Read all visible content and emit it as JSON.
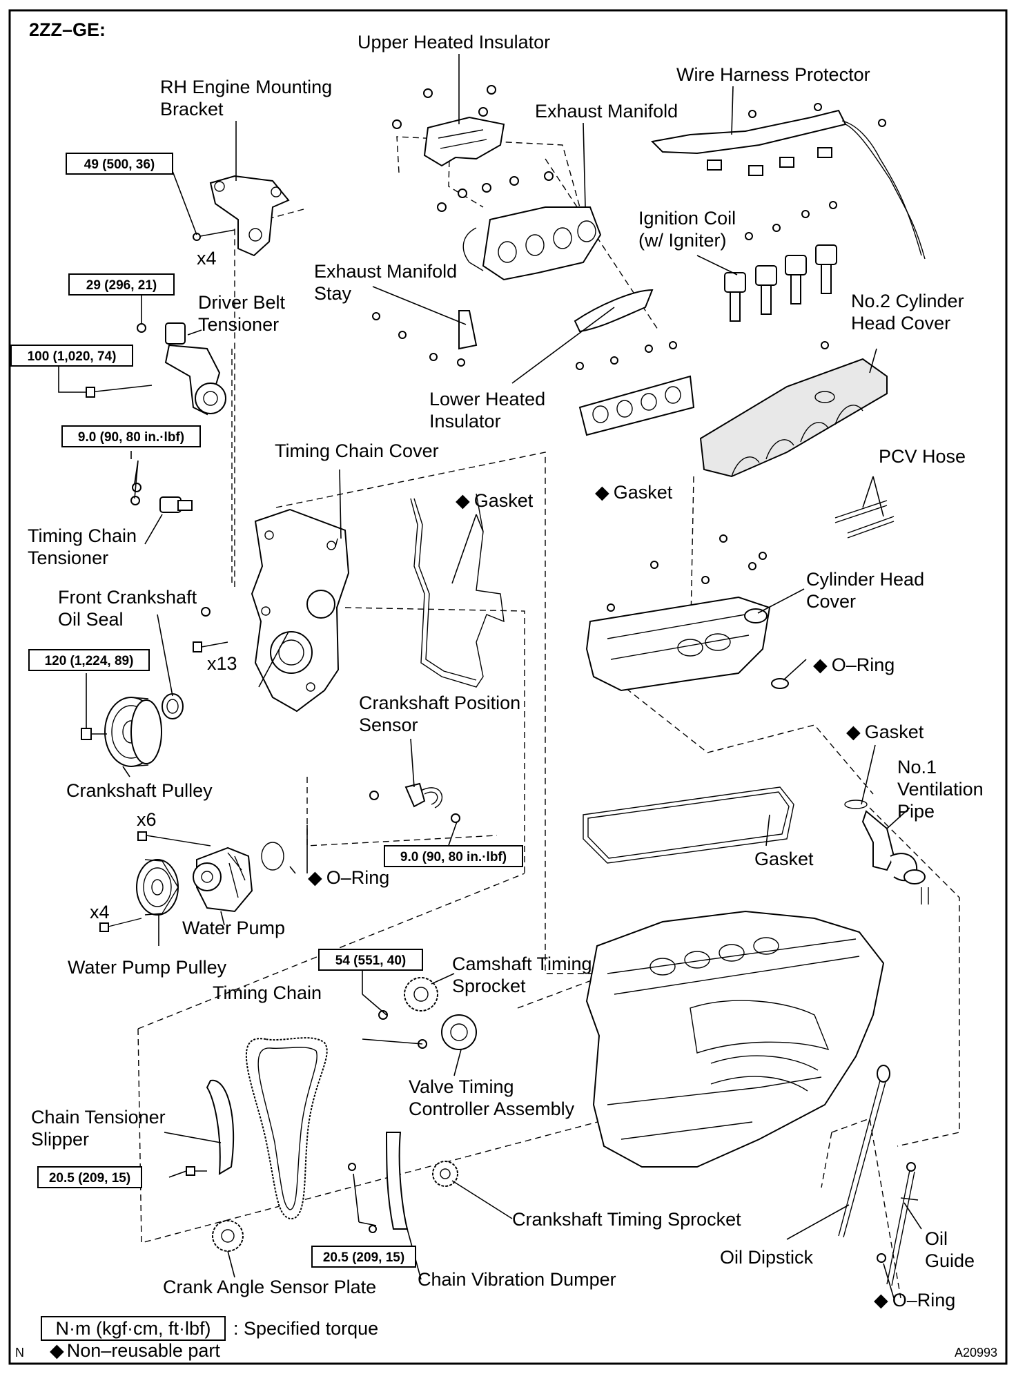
{
  "engine": "2ZZ–GE:",
  "figure_code": "A20993",
  "corner_mark": "N",
  "legend": {
    "unit_box": "N·m (kgf·cm, ft·lbf)",
    "unit_desc": ": Specified torque",
    "nonreusable": "Non–reusable part",
    "diamond": "◆"
  },
  "labels": {
    "upper_heated_insulator": "Upper Heated Insulator",
    "wire_harness_protector": "Wire Harness Protector",
    "rh_bracket_1": "RH Engine Mounting",
    "rh_bracket_2": "Bracket",
    "exhaust_manifold": "Exhaust Manifold",
    "ignition_coil_1": "Ignition Coil",
    "ignition_coil_2": "(w/ Igniter)",
    "exh_stay_1": "Exhaust Manifold",
    "exh_stay_2": "Stay",
    "no2_cover_1": "No.2 Cylinder",
    "no2_cover_2": "Head Cover",
    "driver_belt_1": "Driver Belt",
    "driver_belt_2": "Tensioner",
    "lower_heated_1": "Lower Heated",
    "lower_heated_2": "Insulator",
    "gasket_exh": "Gasket",
    "pcv_hose": "PCV Hose",
    "timing_chain_cover": "Timing Chain Cover",
    "gasket_tcc": "Gasket",
    "tc_tensioner_1": "Timing Chain",
    "tc_tensioner_2": "Tensioner",
    "front_seal_1": "Front Crankshaft",
    "front_seal_2": "Oil Seal",
    "cyl_head_cover_1": "Cylinder Head",
    "cyl_head_cover_2": "Cover",
    "oring_chc": "O–Ring",
    "crank_pos_1": "Crankshaft Position",
    "crank_pos_2": "Sensor",
    "gasket_vent": "Gasket",
    "no1_vent_1": "No.1",
    "no1_vent_2": "Ventilation",
    "no1_vent_3": "Pipe",
    "crank_pulley": "Crankshaft Pulley",
    "gasket_chc": "Gasket",
    "oring_wp": "O–Ring",
    "water_pump": "Water Pump",
    "wp_pulley": "Water Pump Pulley",
    "cam_sprocket_1": "Camshaft Timing",
    "cam_sprocket_2": "Sprocket",
    "timing_chain": "Timing Chain",
    "vtc_1": "Valve Timing",
    "vtc_2": "Controller Assembly",
    "slipper_1": "Chain Tensioner",
    "slipper_2": "Slipper",
    "crank_sprocket": "Crankshaft Timing Sprocket",
    "oil_guide_1": "Oil",
    "oil_guide_2": "Guide",
    "oil_dipstick": "Oil Dipstick",
    "crank_angle_plate": "Crank Angle Sensor Plate",
    "vibration_damper": "Chain Vibration Dumper",
    "oring_dip": "O–Ring"
  },
  "quantities": {
    "x4_bracket": "x4",
    "x13": "x13",
    "x6": "x6",
    "x4_pulley": "x4"
  },
  "torques": {
    "t49": "49 (500, 36)",
    "t29": "29 (296, 21)",
    "t100": "100 (1,020, 74)",
    "t9a": "9.0 (90, 80 in.·lbf)",
    "t120": "120 (1,224, 89)",
    "t9b": "9.0 (90, 80 in.·lbf)",
    "t54": "54 (551, 40)",
    "t205a": "20.5 (209, 15)",
    "t205b": "20.5 (209, 15)"
  }
}
